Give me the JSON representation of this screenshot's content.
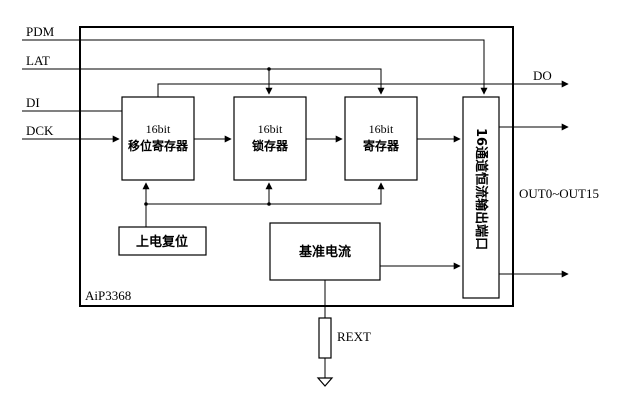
{
  "chip": {
    "name": "AiP3368"
  },
  "inputs": {
    "pdm": "PDM",
    "lat": "LAT",
    "di": "DI",
    "dck": "DCK"
  },
  "outputs": {
    "do": "DO",
    "out_range": "OUT0~OUT15"
  },
  "blocks": {
    "shift_register": {
      "bits": "16bit",
      "name": "移位寄存器"
    },
    "latch": {
      "bits": "16bit",
      "name": "锁存器"
    },
    "register": {
      "bits": "16bit",
      "name": "寄存器"
    },
    "power_on_reset": {
      "name": "上电复位"
    },
    "reference_current": {
      "name": "基准电流"
    },
    "output_port": {
      "name": "16通道恒流输出端口"
    }
  },
  "rext": {
    "label": "REXT"
  }
}
